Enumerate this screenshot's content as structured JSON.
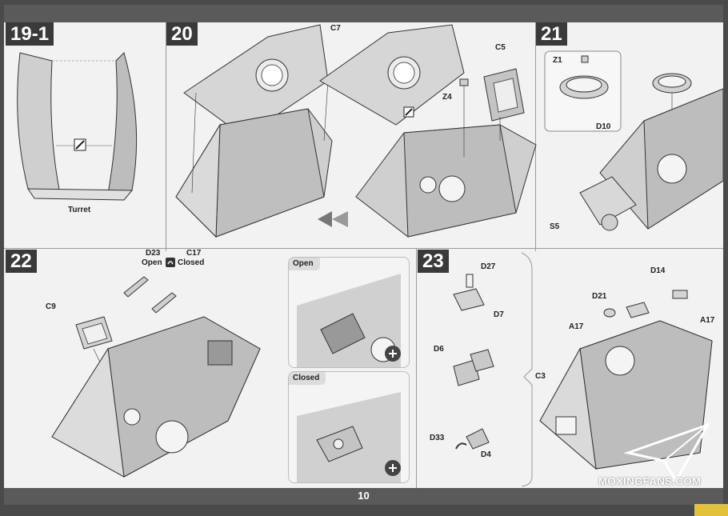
{
  "page": {
    "number": "10",
    "watermark": "MOXINGFANS.COM"
  },
  "steps": {
    "s19_1": {
      "number": "19-1",
      "labels": {
        "turret": "Turret"
      }
    },
    "s20": {
      "number": "20",
      "labels": {
        "c7": "C7",
        "c5": "C5",
        "z4": "Z4"
      }
    },
    "s21": {
      "number": "21",
      "labels": {
        "z1": "Z1",
        "d10": "D10",
        "s5": "S5"
      }
    },
    "s22": {
      "number": "22",
      "labels": {
        "d23": "D23",
        "c17": "C17",
        "open": "Open",
        "closed": "Closed",
        "c9": "C9"
      },
      "insets": [
        {
          "title": "Open"
        },
        {
          "title": "Closed"
        }
      ]
    },
    "s23": {
      "number": "23",
      "labels": {
        "d27": "D27",
        "d7": "D7",
        "d6": "D6",
        "d33": "D33",
        "d4": "D4",
        "d21": "D21",
        "d14": "D14",
        "a17_left": "A17",
        "a17_right": "A17",
        "c3": "C3"
      }
    }
  },
  "icons": [
    "cement-icon",
    "arrow-icon",
    "zoom-in-icon",
    "paper-plane-logo-icon"
  ],
  "colors": {
    "page": "#f2f2f2",
    "frame": "#4a4a4a",
    "step_badge": "#3a3a3a",
    "accent": "#e2c23a",
    "part": "#d8d8d8",
    "shade": "#bdbdbd"
  }
}
